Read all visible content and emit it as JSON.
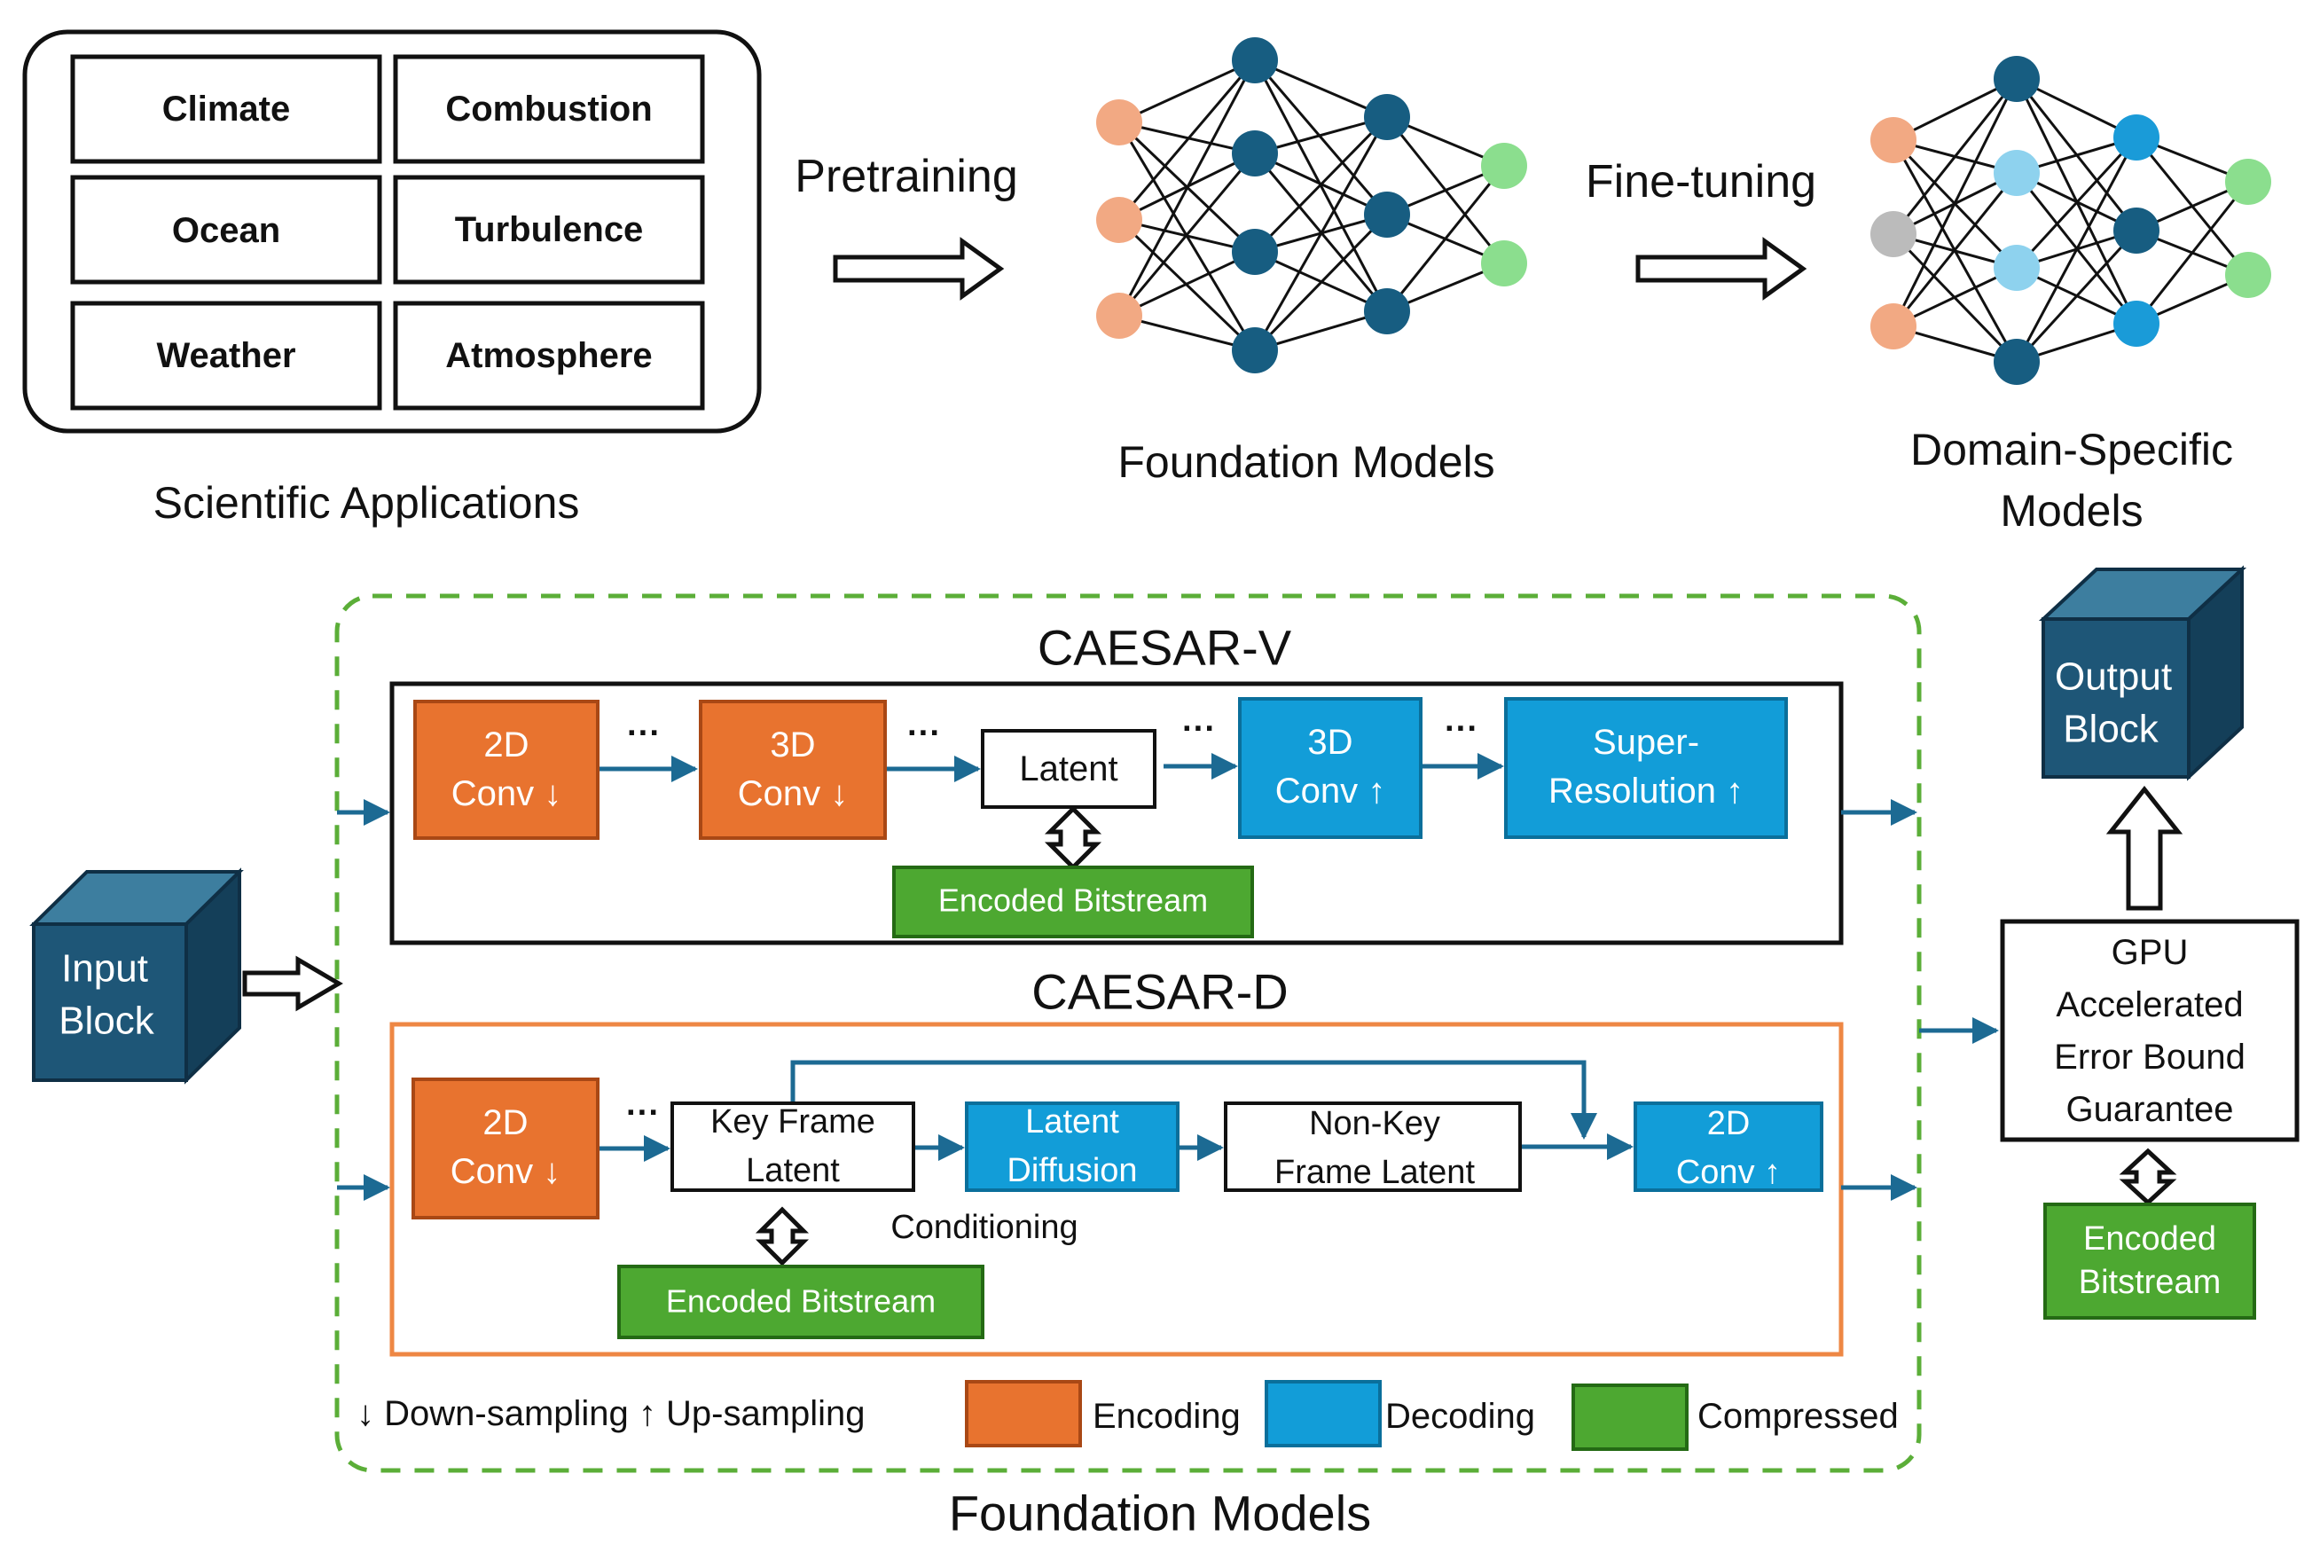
{
  "top": {
    "applications": {
      "caption": "Scientific Applications",
      "items": [
        "Climate",
        "Combustion",
        "Ocean",
        "Turbulence",
        "Weather",
        "Atmosphere"
      ]
    },
    "pretraining_label": "Pretraining",
    "finetuning_label": "Fine-tuning",
    "foundation_caption": "Foundation Models",
    "domain_caption_line1": "Domain-Specific",
    "domain_caption_line2": "Models"
  },
  "bottom": {
    "input_block": {
      "line1": "Input",
      "line2": "Block"
    },
    "output_block": {
      "line1": "Output",
      "line2": "Block"
    },
    "caesar_v": {
      "title": "CAESAR-V",
      "conv2d": {
        "line1": "2D",
        "line2": "Conv ↓"
      },
      "conv3d_down": {
        "line1": "3D",
        "line2": "Conv ↓"
      },
      "latent": "Latent",
      "conv3d_up": {
        "line1": "3D",
        "line2": "Conv ↑"
      },
      "super_res": {
        "line1": "Super-",
        "line2": "Resolution ↑"
      },
      "bitstream": "Encoded Bitstream"
    },
    "caesar_d": {
      "title": "CAESAR-D",
      "conv2d_down": {
        "line1": "2D",
        "line2": "Conv ↓"
      },
      "key_frame": {
        "line1": "Key Frame",
        "line2": "Latent"
      },
      "latent_diffusion": {
        "line1": "Latent",
        "line2": "Diffusion"
      },
      "non_key": {
        "line1": "Non-Key",
        "line2": "Frame Latent"
      },
      "conv2d_up": {
        "line1": "2D",
        "line2": "Conv ↑"
      },
      "conditioning": "Conditioning",
      "bitstream": "Encoded Bitstream"
    },
    "ellipsis": "···",
    "gpu_box": [
      "GPU",
      "Accelerated",
      "Error Bound",
      "Guarantee"
    ],
    "gpu_bitstream": {
      "line1": "Encoded",
      "line2": "Bitstream"
    },
    "legend": {
      "sampling": "↓ Down-sampling ↑ Up-sampling",
      "encoding": "Encoding",
      "decoding": "Decoding",
      "compressed": "Compressed"
    },
    "caption": "Foundation Models"
  },
  "colors": {
    "encoding": "#E8732F",
    "decoding": "#129DD8",
    "compressed": "#4DA831",
    "dashed_frame": "#5BAE38",
    "caesar_d_border": "#EE8744",
    "arrow": "#1C6A93",
    "cube_front": "#1E5677",
    "cube_top": "#3D7E9F",
    "cube_side": "#143F59",
    "nn_dark": "#175D81",
    "nn_light": "#8ED2EE",
    "nn_mid": "#1A9BD8",
    "nn_input": "#F2A983",
    "nn_output": "#8BDE8E",
    "nn_gray": "#BBBBBB"
  }
}
